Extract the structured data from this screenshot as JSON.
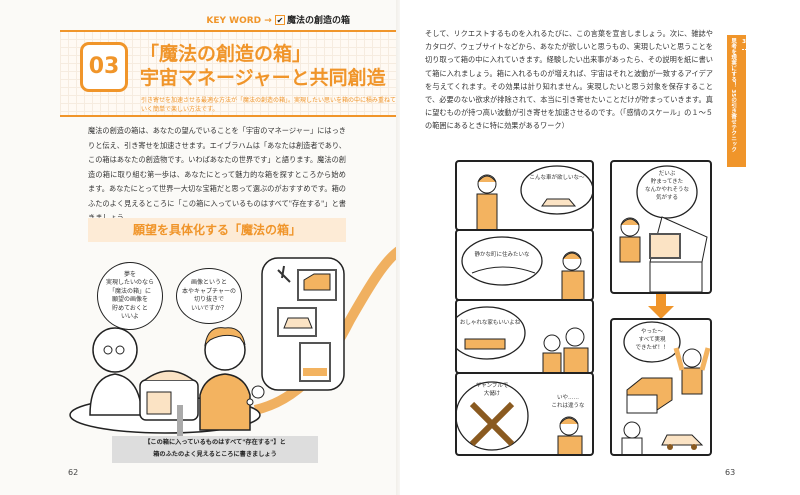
{
  "left_page": {
    "keyword_label": "KEY WORD →",
    "keyword_check": "✔",
    "keyword": "魔法の創造の箱",
    "chapter_number": "03",
    "title_line1": "「魔法の創造の箱」",
    "title_line2": "宇宙マネージャーと共同創造",
    "subtitle": "引き寄せを加速させる最適な方法が「魔法の創造の箱」。実現したい思いを箱の中に積み重ねていく簡単で楽しい方法です。",
    "body": "魔法の創造の箱は、あなたの望んでいることを「宇宙のマネージャー」にはっきりと伝え、引き寄せを加速させます。エイブラハムは「あなたは創造者であり、この箱はあなたの創造物です。いわばあなたの世界です」と語ります。魔法の創造の箱に取り組む第一歩は、あなたにとって魅力的な箱を探すところから始めます。あなたにとって世界一大切な宝箱だと思って選ぶのがおすすめです。箱のふたのよく見えるところに「この箱に入っているものはすべて\"存在する\"」と書きましょう。",
    "section_heading": "願望を具体化する「魔法の箱」",
    "bubble_mentor": "夢を\n実現したいのなら\n「魔法の箱」に\n願望の画像を\n貯めておくと\nいいよ",
    "bubble_man": "画像というと\n本やキャプチャーの\n切り抜きで\nいいですか？",
    "caption_line1": "【この箱に入っているものはすべて\"存在する\"】と",
    "caption_line2": "箱のふたのよく見えるところに書きましょう",
    "page_number": "62"
  },
  "right_page": {
    "body": "そして、リクエストするものを入れるたびに、この言葉を宣言しましょう。次に、雑誌やカタログ、ウェブサイトなどから、あなたが欲しいと思うもの、実現したいと思うことを切り取って箱の中に入れていきます。経験したい出来事があったら、その説明を紙に書いて箱に入れましょう。箱に入れるものが増えれば、宇宙はそれと波動が一致するアイデアを与えてくれます。その効果は計り知れません。実現したいと思う対象を保存することで、必要のない欲求が排除されて、本当に引き寄せたいことだけが貯まっていきます。真に望むものが持つ高い波動が引き寄せを加速させるのです。（「感情のスケール」の１～５の範囲にあるときに特に効果があるワーク）",
    "tab_number": "3",
    "tab_label": "思考を現実にする！ 35の引き寄せテクニック",
    "comic": {
      "panel1": "こんな車が欲しいな〜",
      "panel2": "静かな町に住みたいな",
      "panel3": "おしゃれな家もいいよね",
      "panel4_thought": "ギャンブルで\n大儲け",
      "panel4_speech": "いや……\nこれは違うな",
      "panel5": "だいぶ\n貯まってきた\nなんかやれそうな\n気がする",
      "panel6": "やった〜\nすべて実現\nできたぜ！！"
    },
    "page_number": "63"
  },
  "colors": {
    "accent": "#f0952a",
    "light_accent": "#fdebd6",
    "ink": "#222222"
  }
}
